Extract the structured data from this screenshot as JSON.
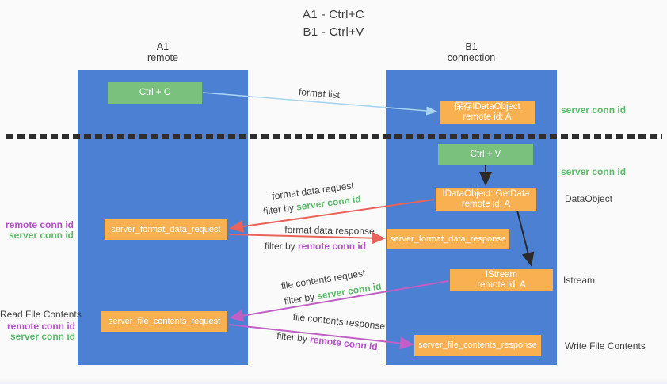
{
  "title": {
    "line1": "A1 - Ctrl+C",
    "line2": "B1 - Ctrl+V"
  },
  "lifelines": {
    "left": {
      "title": "A1",
      "subtitle": "remote"
    },
    "right": {
      "title": "B1",
      "subtitle": "connection"
    }
  },
  "nodes": {
    "ctrl_c": {
      "label": "Ctrl + C"
    },
    "ctrl_v": {
      "label": "Ctrl + V"
    },
    "save_dataobject": {
      "line1": "保存IDataObject",
      "line2": "remote id: A"
    },
    "getdata": {
      "line1": "IDataObject::GetData",
      "line2": "remote id: A"
    },
    "istream": {
      "line1": "IStream",
      "line2": "remote id: A"
    },
    "format_request": {
      "label": "server_format_data_request"
    },
    "format_response": {
      "label": "server_format_data_response"
    },
    "file_request": {
      "label": "server_file_contents_request"
    },
    "file_response": {
      "label": "server_file_contents_response"
    }
  },
  "side_labels": {
    "server_conn_id_top": "server conn id",
    "server_conn_id_mid": "server conn id",
    "dataobject": "DataObject",
    "istream": "Istream",
    "write_file_contents": "Write File Contents",
    "read_file_contents": "Read File Contents",
    "left_format": {
      "remote": "remote conn id",
      "server": "server conn id"
    },
    "left_file": {
      "remote": "remote conn id",
      "server": "server conn id"
    }
  },
  "arrows": {
    "format_list": {
      "label": "format list"
    },
    "format_data_request": {
      "label": "format data request",
      "filter_prefix": "filter by ",
      "filter_key": "server conn id"
    },
    "format_data_response": {
      "label": "format data response",
      "filter_prefix": "filter by ",
      "filter_key": "remote conn id"
    },
    "file_contents_request": {
      "label": "file contents request",
      "filter_prefix": "filter by ",
      "filter_key": "server conn id"
    },
    "file_contents_response": {
      "label": "file contents response",
      "filter_prefix": "filter by ",
      "filter_key": "remote conn id"
    }
  },
  "colors": {
    "lifeline_blue": "#4b80d3",
    "node_green": "#7ac17e",
    "node_orange": "#f9b050",
    "arrow_blue": "#a9d5f0",
    "arrow_red": "#e8635c",
    "arrow_purple": "#c05fc5",
    "arrow_black": "#2b2b2b",
    "text_green": "#5cbb6a",
    "text_purple": "#b44fc8",
    "text_dark": "#3f3f3f"
  }
}
